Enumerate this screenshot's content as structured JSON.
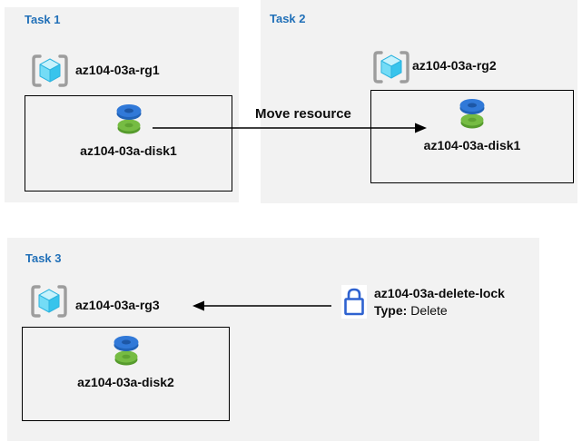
{
  "colors": {
    "panel_bg": "#F2F2F2",
    "title_blue": "#2170B8",
    "box_border": "#000000",
    "arrow_black": "#000000",
    "lock_blue": "#2E62D0",
    "disk_blue_top": "#3179D8",
    "disk_blue_hole": "#1D57A6",
    "disk_green_top": "#76BC43",
    "disk_green_hole": "#5FA332",
    "cube_cyan_light": "#C7F2FC",
    "cube_cyan_mid": "#74DCF6",
    "cube_cyan_dark": "#38C4EC",
    "bracket_gray": "#9D9D9D"
  },
  "tasks": [
    {
      "title": "Task 1",
      "resource_group": "az104-03a-rg1",
      "resource": "az104-03a-disk1"
    },
    {
      "title": "Task 2",
      "resource_group": "az104-03a-rg2",
      "resource": "az104-03a-disk1"
    },
    {
      "title": "Task 3",
      "resource_group": "az104-03a-rg3",
      "resource": "az104-03a-disk2"
    }
  ],
  "arrows": {
    "move_label": "Move resource"
  },
  "lock": {
    "name": "az104-03a-delete-lock",
    "type_label": "Type:",
    "type_value": "Delete"
  },
  "icons": {
    "resource_group": "resource-group-icon",
    "disk": "disk-icon",
    "lock": "lock-icon"
  }
}
